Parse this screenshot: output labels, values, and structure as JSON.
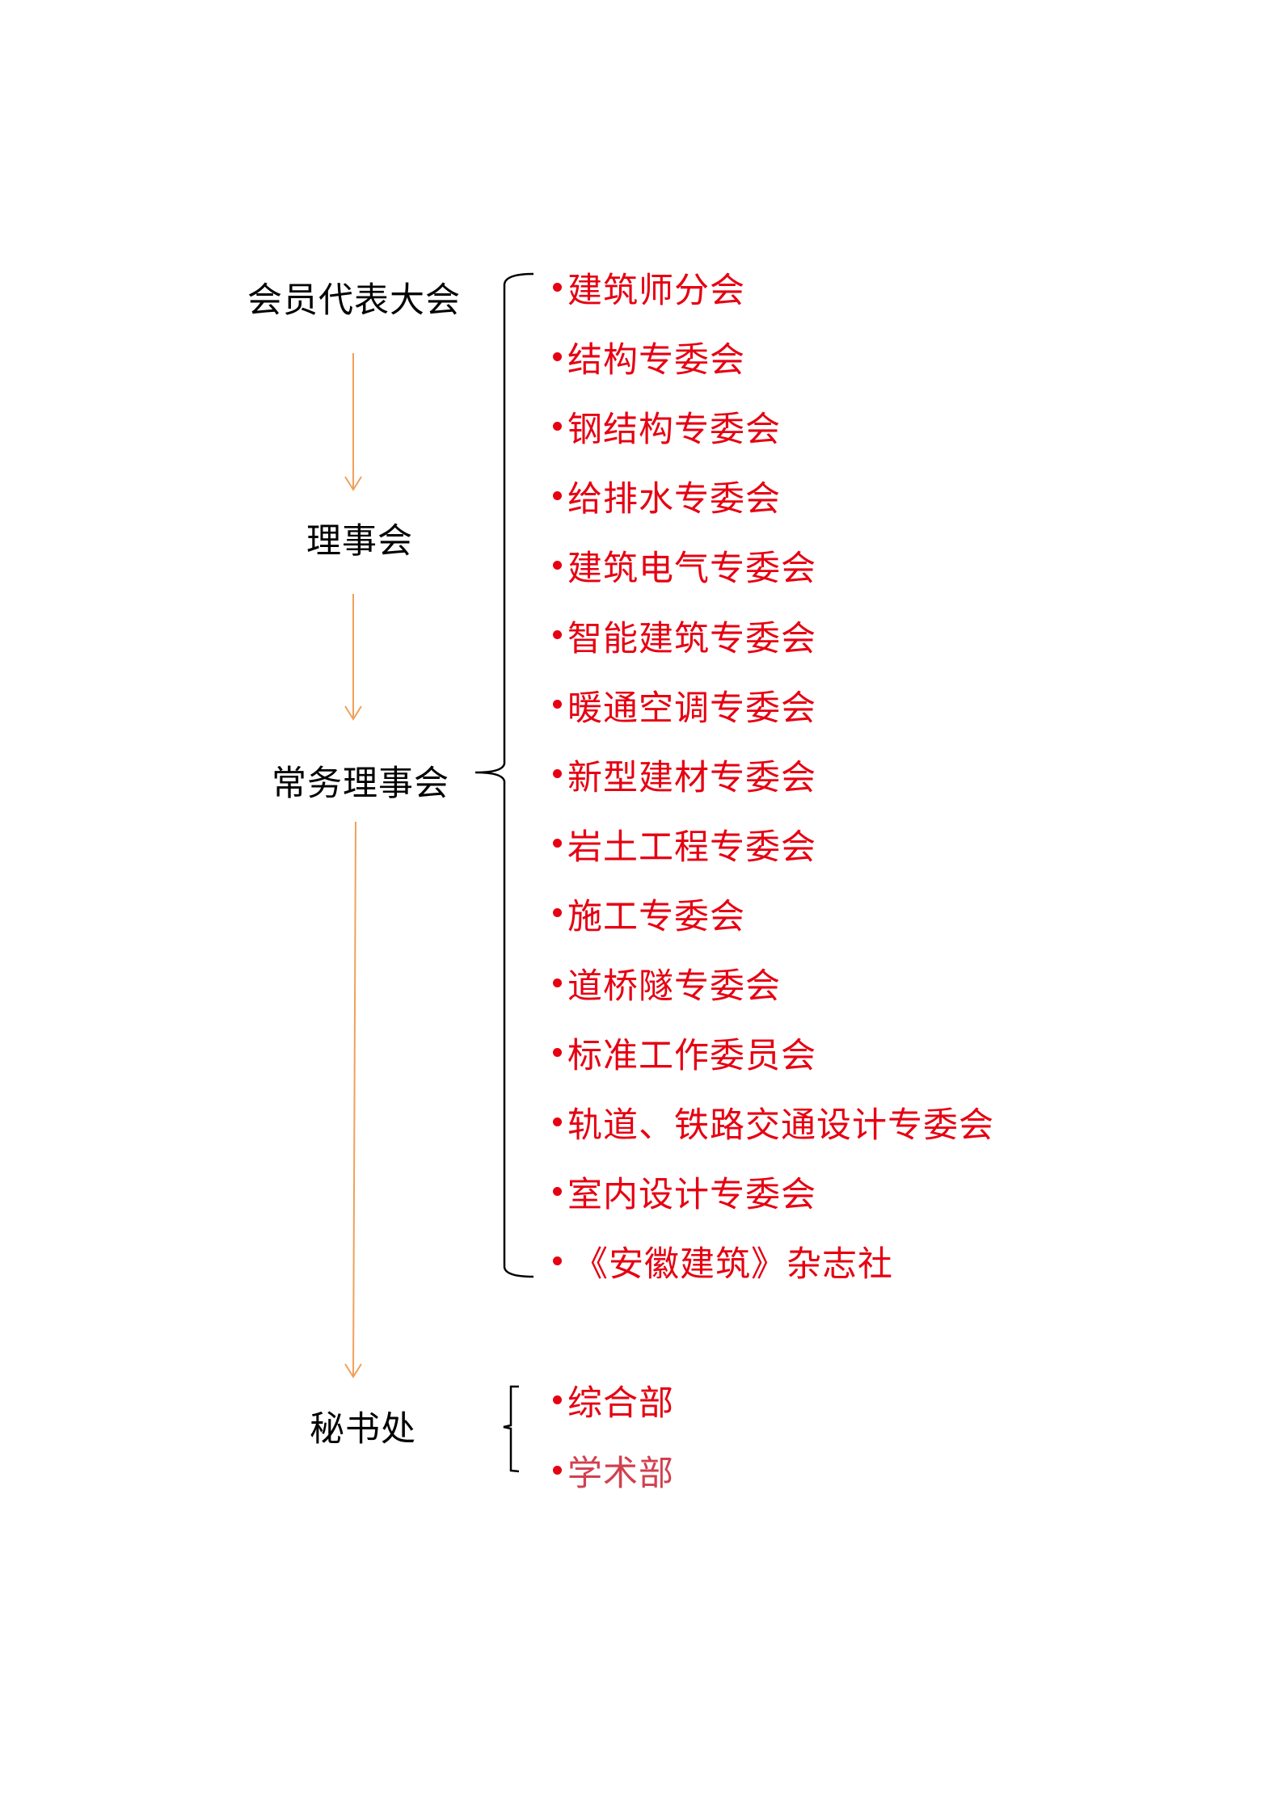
{
  "colors": {
    "arrow": "#f0a05a",
    "item": "#e60012",
    "item_muted": "#d2404f",
    "text": "#000000"
  },
  "hierarchy": {
    "level1": "会员代表大会",
    "level2": "理事会",
    "level3": "常务理事会",
    "level4": "秘书处"
  },
  "committees": [
    "建筑师分会",
    "结构专委会",
    "钢结构专委会",
    "给排水专委会",
    "建筑电气专委会",
    "智能建筑专委会",
    "暖通空调专委会",
    "新型建材专委会",
    "岩土工程专委会",
    "施工专委会",
    "道桥隧专委会",
    "标准工作委员会",
    "轨道、铁路交通设计专委会",
    "室内设计专委会",
    "《安徽建筑》杂志社"
  ],
  "departments": [
    "综合部",
    "学术部"
  ]
}
